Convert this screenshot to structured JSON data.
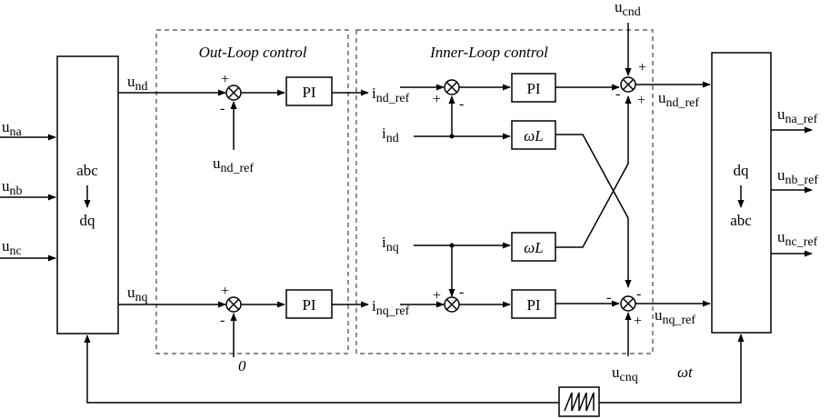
{
  "regions": {
    "outer_title": "Out-Loop control",
    "inner_title": "Inner-Loop control"
  },
  "blocks": {
    "abc_dq": {
      "top": "abc",
      "bottom": "dq"
    },
    "dq_abc": {
      "top": "dq",
      "bottom": "abc"
    },
    "pi_outer_d": "PI",
    "pi_outer_q": "PI",
    "pi_inner_d": "PI",
    "pi_inner_q": "PI",
    "wl_d": "ωL",
    "wl_q": "ωL"
  },
  "signals": {
    "una": {
      "base": "u",
      "sub": "na"
    },
    "unb": {
      "base": "u",
      "sub": "nb"
    },
    "unc": {
      "base": "u",
      "sub": "nc"
    },
    "und": {
      "base": "u",
      "sub": "nd"
    },
    "unq": {
      "base": "u",
      "sub": "nq"
    },
    "und_ref_in": {
      "base": "u",
      "sub": "nd_ref"
    },
    "zero": "0",
    "ind_ref": {
      "base": "i",
      "sub": "nd_ref"
    },
    "inq_ref": {
      "base": "i",
      "sub": "nq_ref"
    },
    "ind": {
      "base": "i",
      "sub": "nd"
    },
    "inq": {
      "base": "i",
      "sub": "nq"
    },
    "ucnd": {
      "base": "u",
      "sub": "cnd"
    },
    "ucnq": {
      "base": "u",
      "sub": "cnq"
    },
    "und_ref_out": {
      "base": "u",
      "sub": "nd_ref"
    },
    "unq_ref_out": {
      "base": "u",
      "sub": "nq_ref"
    },
    "una_ref": {
      "base": "u",
      "sub": "na_ref"
    },
    "unb_ref": {
      "base": "u",
      "sub": "nb_ref"
    },
    "unc_ref": {
      "base": "u",
      "sub": "nc_ref"
    },
    "wt": "ωt"
  },
  "signs": {
    "plus": "+",
    "minus": "-"
  }
}
